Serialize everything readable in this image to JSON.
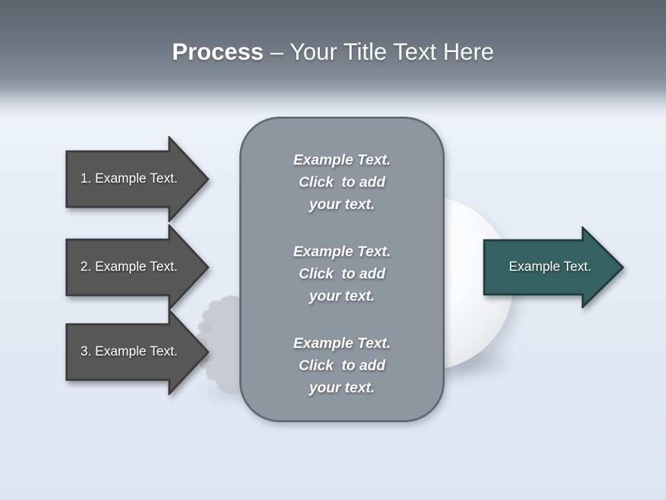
{
  "title": {
    "emphasis": "Process",
    "rest": " – Your Title Text Here"
  },
  "left_arrows": [
    {
      "label": "1. Example Text."
    },
    {
      "label": "2. Example Text."
    },
    {
      "label": "3. Example Text."
    }
  ],
  "center_panel": {
    "blocks": [
      {
        "text": "Example Text.\nClick  to add\nyour text."
      },
      {
        "text": "Example Text.\nClick  to add\nyour text."
      },
      {
        "text": "Example Text.\nClick  to add\nyour text."
      }
    ]
  },
  "right_arrow": {
    "label": "Example Text."
  },
  "colors": {
    "header_top": "#5b646d",
    "header_mid": "#99a2ac",
    "body_background": "#e3eaf4",
    "dark_arrow_fill": "#575757",
    "dark_arrow_border": "#3a3a3a",
    "accent_arrow_fill": "#356260",
    "accent_arrow_border": "#1e3a3a",
    "panel_fill": "#8e96a0",
    "panel_border": "#616a74",
    "text": "#ffffff"
  }
}
